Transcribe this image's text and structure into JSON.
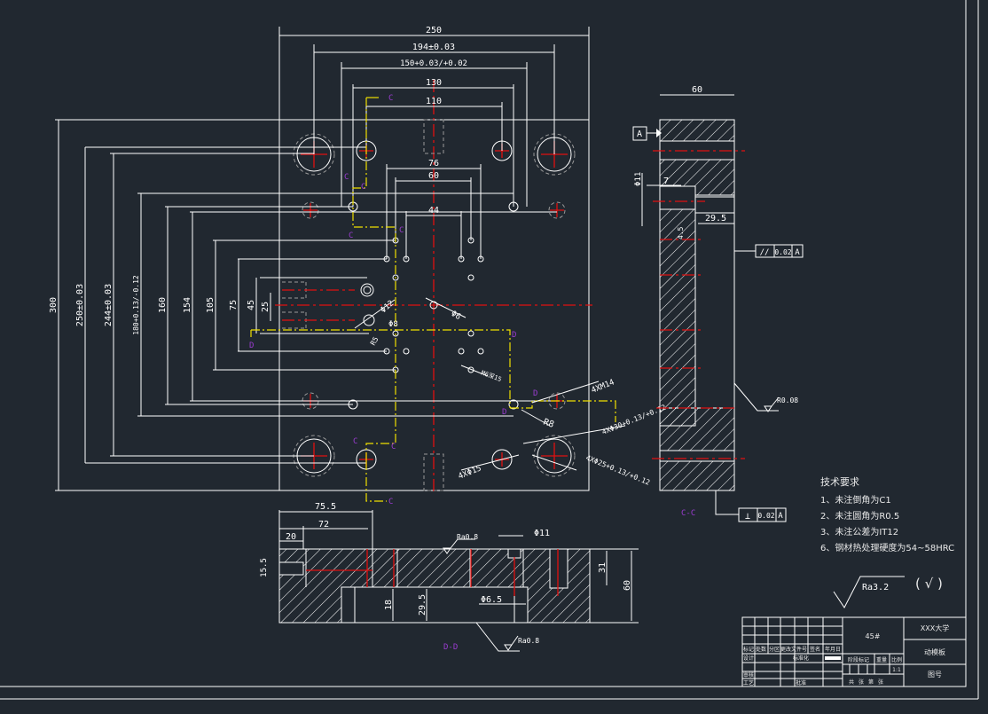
{
  "drawing": {
    "title": "动模板",
    "material": "45#",
    "school": "XXX大学",
    "drawing_no_label": "图号"
  },
  "front_view": {
    "horizontal_dims": [
      "250",
      "194±0.03",
      "150+0.03/+0.02",
      "130",
      "110",
      "76",
      "60",
      "44"
    ],
    "vertical_dims": [
      "300",
      "250±0.03",
      "244±0.03",
      "180+0.13/-0.12",
      "160",
      "154",
      "105",
      "75",
      "45",
      "25"
    ],
    "callouts": {
      "phi12": "Φ12",
      "phi8": "Φ8",
      "phi6": "Φ6",
      "r5": "R5",
      "m6": "M6深15",
      "r8": "R8",
      "4xm14": "4XM14",
      "4xphi30": "4XΦ30+0.13/+0.12",
      "4xphi15": "4XΦ15",
      "4xphi25": "4XΦ25+0.13/+0.12"
    },
    "section_marks": {
      "c": "C",
      "d": "D"
    }
  },
  "side_view": {
    "dims": {
      "width": "60",
      "d11": "Φ11",
      "d7": "7",
      "d29_5": "29.5",
      "d4_5": "4.5"
    },
    "datum": "A",
    "parallelism": {
      "symbol": "//",
      "tol": "0.02",
      "datum": "A"
    },
    "perpendicularity": {
      "symbol": "⊥",
      "tol": "0.02",
      "datum": "A"
    },
    "roughness": "R0.08",
    "section_label": "C-C"
  },
  "bottom_view": {
    "dims": {
      "d75_5": "75.5",
      "d72": "72",
      "d20": "20",
      "d15_5": "15.5",
      "d11": "Φ11",
      "d31": "31",
      "d60": "60",
      "d18": "18",
      "d29_5": "29.5",
      "d6_5": "Φ6.5"
    },
    "roughness_top": "Ra0.8",
    "roughness_bottom": "Ra0.8",
    "section_label": "D-D"
  },
  "tech_requirements": {
    "title": "技术要求",
    "items": [
      "1、未注倒角为C1",
      "2、未注圆角为R0.5",
      "3、未注公差为IT12",
      "6、钢材热处理硬度为54~58HRC"
    ],
    "general_roughness": "Ra3.2",
    "other_marker": "( √ )"
  },
  "title_block": {
    "headers": [
      "标记",
      "处数",
      "分区",
      "更改文件号",
      "签名",
      "年月日"
    ],
    "row_design": [
      "设计",
      "",
      "",
      "标准化",
      "",
      ""
    ],
    "row_check": "审核",
    "row_process": "工艺",
    "row_approve": "批准",
    "stage_labels": [
      "阶段标记",
      "重量",
      "比例"
    ],
    "scale": "1:1",
    "sheet_labels": [
      "共",
      "张",
      "第",
      "张"
    ]
  }
}
